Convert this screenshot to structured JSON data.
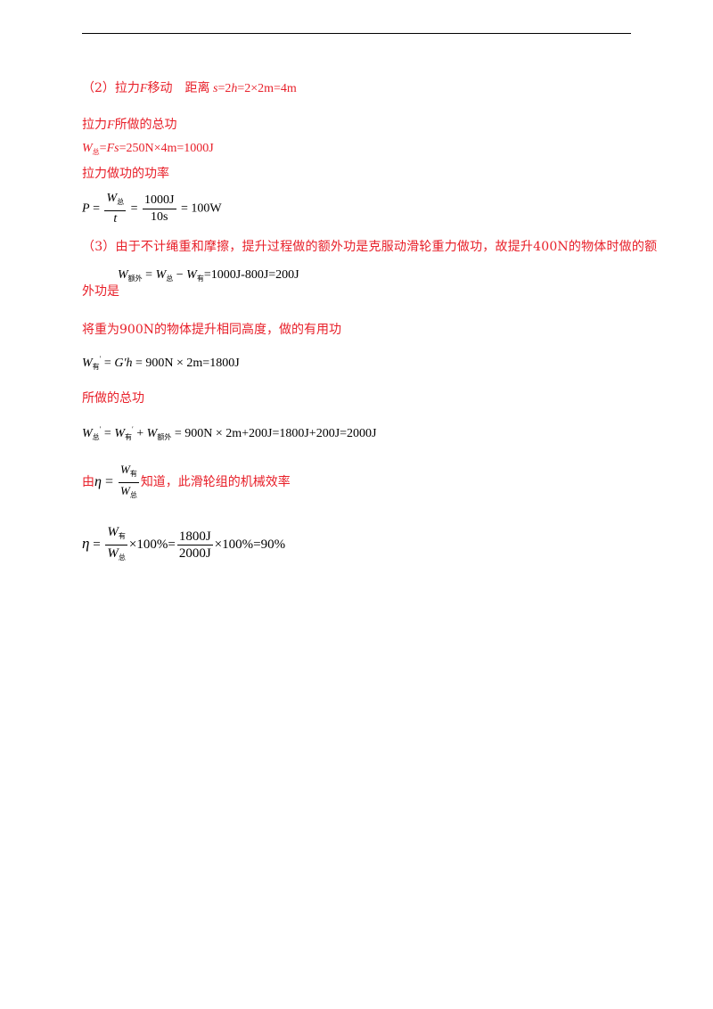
{
  "step2": {
    "label": "（2）拉力",
    "var_F": "F",
    "move": "移动　距离",
    "expr_s": "s",
    "expr_mid": "=2",
    "expr_h": "h",
    "expr_tail": "=2×2m=4m"
  },
  "total_work_heading": {
    "pre": "拉力",
    "var_F": "F",
    "post": "所做的总功"
  },
  "total_work_eq": {
    "W": "W",
    "sub": "总",
    "eq": "=",
    "Fs": "Fs",
    "rest": "=250N×4m=1000J"
  },
  "power_heading": "拉力做功的功率",
  "power_eq": {
    "P": "P",
    "eq1": " = ",
    "num1_W": "W",
    "num1_sub": "总",
    "den1": "t",
    "eq2": " = ",
    "num2": "1000J",
    "den2": "10s",
    "result": " = 100W"
  },
  "step3": "（3）由于不计绳重和摩擦，提升过程做的额外功是克服动滑轮重力做功，故提升400N的物体时做的额",
  "extra_work": {
    "cont": "外功是",
    "W": "W",
    "sub_extra": "额外",
    "eq": " = ",
    "sub_total": "总",
    "minus": " − ",
    "sub_useful": "有",
    "rest": "=1000J-800J=200J"
  },
  "lift_900": "将重为900N的物体提升相同高度，做的有用功",
  "useful_eq": {
    "W": "W",
    "sub": "有",
    "prime": "′",
    "eq": " = ",
    "G": "G′h",
    "rest": " = 900N × 2m=1800J"
  },
  "total_heading": "所做的总功",
  "total_eq": {
    "W": "W",
    "sub_total": "总",
    "prime": "′",
    "eq": " = ",
    "sub_useful": "有",
    "plus": " + ",
    "sub_extra": "额外",
    "rest": " = 900N × 2m+200J=1800J+200J=2000J"
  },
  "eff_line": {
    "pre": "由",
    "eta": "η",
    "eq": " = ",
    "num_W": "W",
    "num_sub": "有",
    "den_W": "W",
    "den_sub": "总",
    "post": "知道，此滑轮组的机械效率"
  },
  "eff_eq": {
    "eta": "η",
    "eq": " = ",
    "num_W": "W",
    "num_sub": "有",
    "den_W": "W",
    "den_sub": "总",
    "times1": "×100%=",
    "num2": "1800J",
    "den2": "2000J",
    "times2": "×100%=90%"
  },
  "colors": {
    "accent_red": "#e8202a",
    "text": "#000000"
  }
}
